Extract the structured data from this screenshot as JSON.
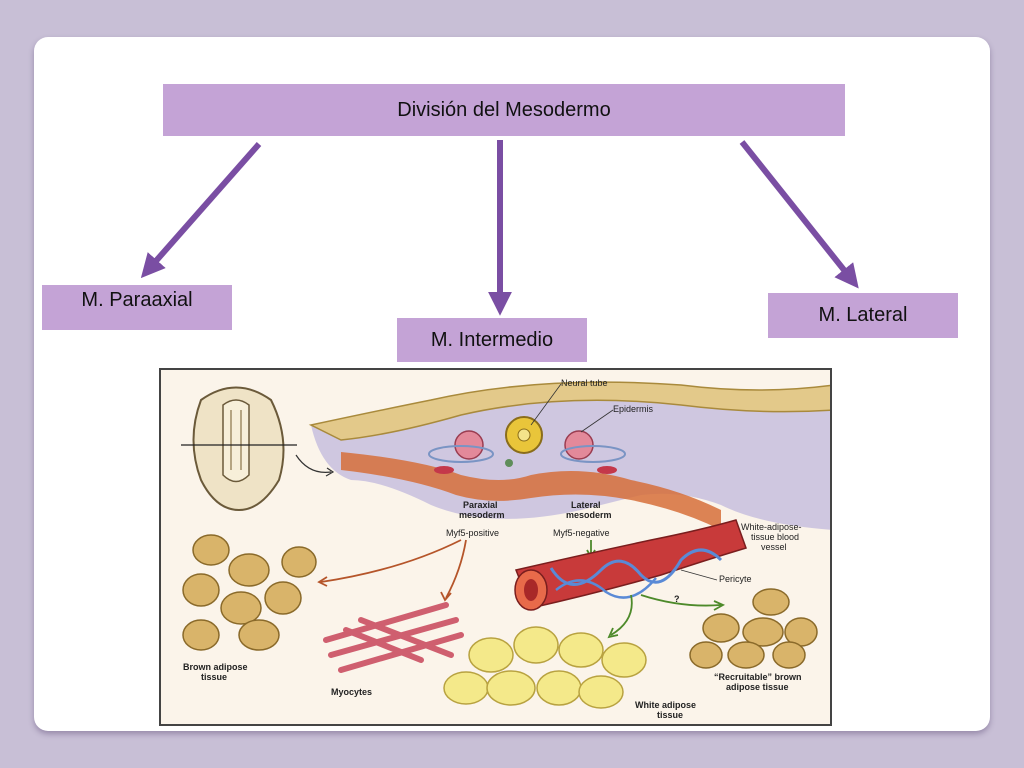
{
  "diagram": {
    "title": "División del Mesodermo",
    "branches": {
      "paraxial": "M. Paraaxial",
      "intermediate": "M. Intermedio",
      "lateral": "M. Lateral"
    }
  },
  "figure_labels": {
    "neural_tube": "Neural tube",
    "epidermis": "Epidermis",
    "paraxial_mesoderm_1": "Paraxial",
    "paraxial_mesoderm_2": "mesoderm",
    "myf5_positive": "Myf5-positive",
    "lateral_mesoderm_1": "Lateral",
    "lateral_mesoderm_2": "mesoderm",
    "myf5_negative": "Myf5-negative",
    "white_vessel_1": "White-adipose-",
    "white_vessel_2": "tissue blood",
    "white_vessel_3": "vessel",
    "pericyte": "Pericyte",
    "question": "?",
    "brown_1": "Brown adipose",
    "brown_2": "tissue",
    "myocytes": "Myocytes",
    "white_1": "White adipose",
    "white_2": "tissue",
    "recruitable_1": "“Recruitable” brown",
    "recruitable_2": "adipose tissue"
  },
  "colors": {
    "background": "#c8bfd6",
    "box_fill": "#c4a3d6",
    "arrow": "#7a4ea3"
  }
}
